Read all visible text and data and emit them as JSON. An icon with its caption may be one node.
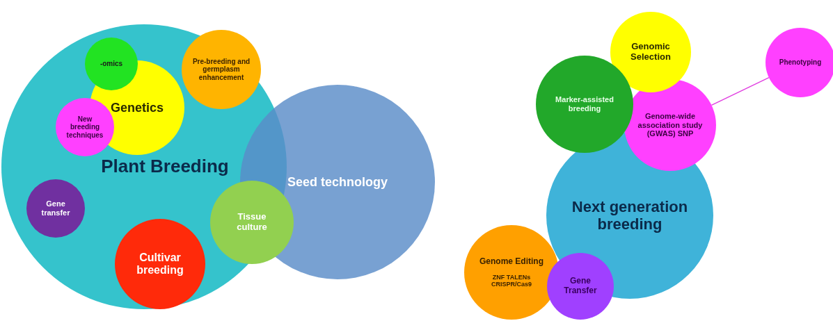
{
  "diagram": {
    "nodes": [
      {
        "text": [
          "Plant Breeding"
        ]
      },
      {
        "text": [
          "-omics"
        ],
        "in": 0
      },
      {
        "text": [
          "Pre-breeding and germplasm enhancement"
        ],
        "in": 0
      },
      {
        "text": [
          "Genetics"
        ],
        "in": 0
      },
      {
        "text": [
          "New breeding techniques"
        ],
        "in": 0
      },
      {
        "text": [
          "Gene transfer"
        ],
        "in": 0
      },
      {
        "text": [
          "Cultivar breeding"
        ],
        "in": 0
      },
      {
        "text": [
          "Seed technology"
        ]
      },
      {
        "text": [
          "Tissue culture"
        ]
      },
      {
        "text": [
          "Genomic Selection"
        ]
      },
      {
        "text": [
          "Phenotyping"
        ]
      },
      {
        "text": [
          "Marker-assisted breeding"
        ]
      },
      {
        "text": [
          "Genome-wide association study (GWAS) SNP"
        ]
      },
      {
        "text": [
          "Next generation breeding"
        ]
      },
      {
        "text": [
          "Genome Editing",
          "ZNF TALENs CRISPR/Cas9"
        ]
      },
      {
        "text": [
          "Gene Transfer"
        ]
      }
    ],
    "edges": [
      {
        "from": 12,
        "to": 10,
        "arrow": "none",
        "color": "#e040e0"
      }
    ]
  }
}
